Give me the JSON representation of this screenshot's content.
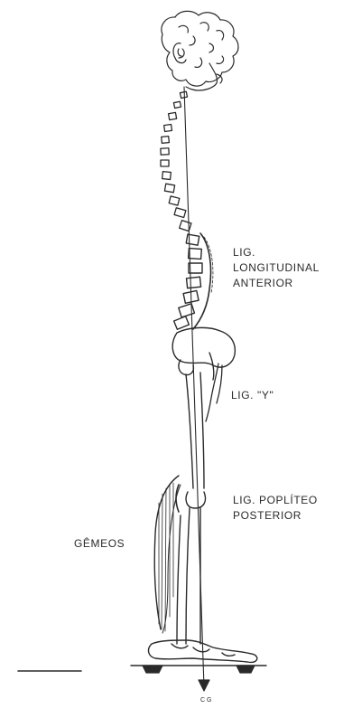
{
  "labels": {
    "lig_longitudinal_anterior": [
      "LIG.",
      "LONGITUDINAL",
      "ANTERIOR"
    ],
    "lig_y": "LIG. \"Y\"",
    "lig_popliteo_posterior": [
      "LIG. POPLÍTEO",
      "POSTERIOR"
    ],
    "gemeos": "GÊMEOS",
    "centro_gravidade": "CG"
  },
  "colors": {
    "ink": "#2a2a2a",
    "background": "#ffffff"
  }
}
